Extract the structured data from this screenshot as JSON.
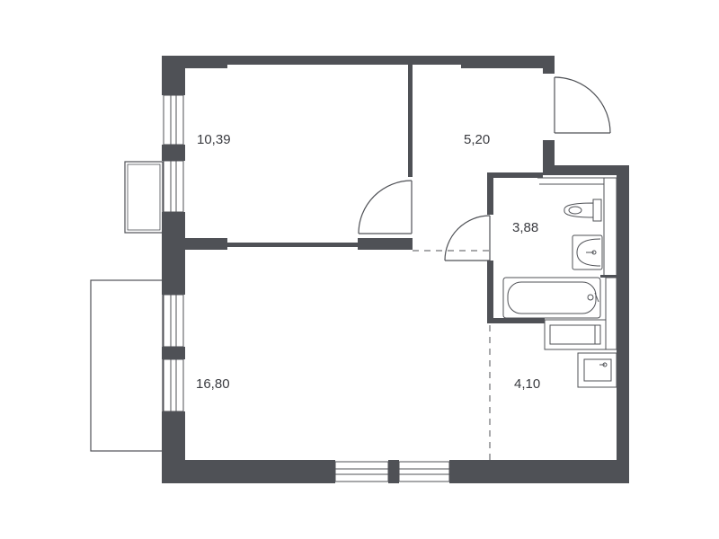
{
  "plan": {
    "colors": {
      "wall": "#4f5156",
      "line": "#4f5156",
      "background": "#ffffff",
      "text": "#3a3b40"
    },
    "rooms": [
      {
        "id": "bedroom",
        "area_label": "10,39"
      },
      {
        "id": "hall",
        "area_label": "5,20"
      },
      {
        "id": "bathroom",
        "area_label": "3,88"
      },
      {
        "id": "living-room",
        "area_label": "16,80"
      },
      {
        "id": "kitchen",
        "area_label": "4,10"
      }
    ]
  }
}
